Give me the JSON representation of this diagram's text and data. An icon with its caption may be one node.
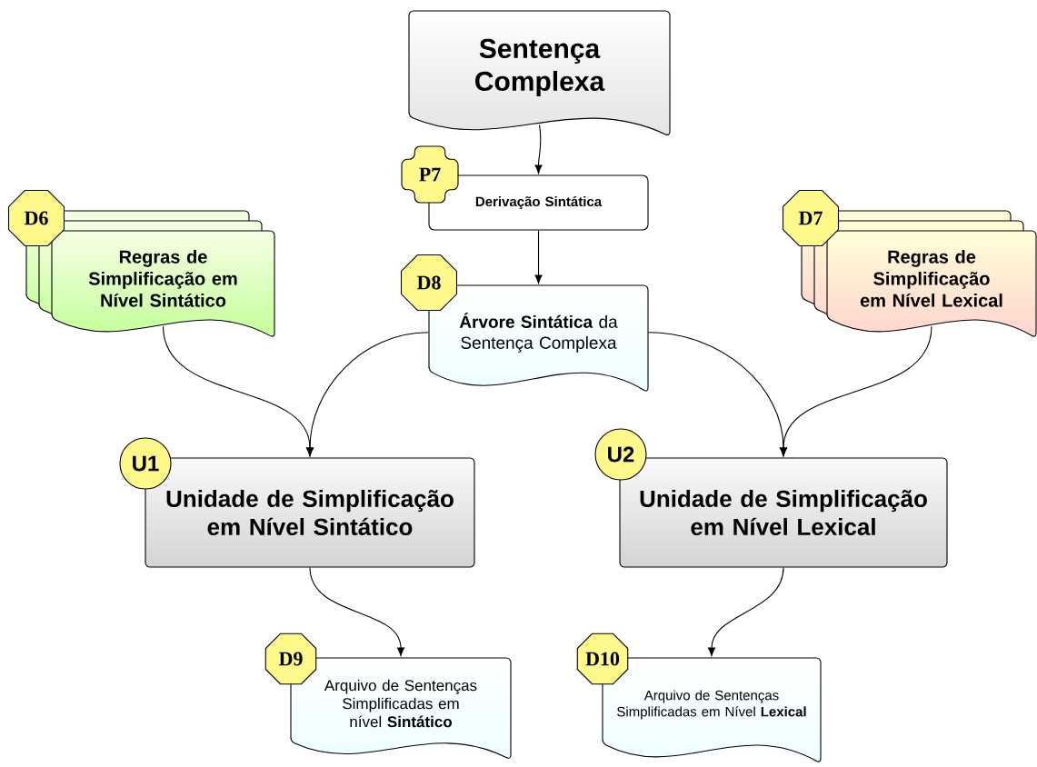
{
  "diagram": {
    "nodes": [
      {
        "text": [
          "Sentença Complexa"
        ]
      },
      {
        "text": [
          "P7"
        ]
      },
      {
        "text": [
          "Derivação Sintática"
        ]
      },
      {
        "text": [
          "D6"
        ]
      },
      {
        "text": [
          "Regras de Simplificação em Nível Sintático"
        ]
      },
      {
        "text": [
          "D8"
        ]
      },
      {
        "text": [
          "**Árvore Sintática** da Sentença Complexa"
        ]
      },
      {
        "text": [
          "D7"
        ]
      },
      {
        "text": [
          "Regras de Simplificação em Nível Lexical"
        ]
      },
      {
        "text": [
          "U1"
        ]
      },
      {
        "text": [
          "Unidade de Simplificação em Nível Sintático"
        ]
      },
      {
        "text": [
          "U2"
        ]
      },
      {
        "text": [
          "Unidade de Simplificação em Nível Lexical"
        ]
      },
      {
        "text": [
          "D9"
        ]
      },
      {
        "text": [
          "Arquivo de Sentenças Simplificadas em nível **Sintático**"
        ]
      },
      {
        "text": [
          "D10"
        ]
      },
      {
        "text": [
          "Arquivo de Sentenças Simplificadas em Nível **Lexical**"
        ]
      }
    ],
    "edges": [
      {
        "from": 0,
        "to": 2,
        "arrow": "to"
      },
      {
        "from": 2,
        "to": 6,
        "arrow": "to"
      },
      {
        "from": 4,
        "to": 10,
        "arrow": "to"
      },
      {
        "from": 6,
        "to": 10,
        "arrow": "to"
      },
      {
        "from": 6,
        "to": 12,
        "arrow": "to"
      },
      {
        "from": 8,
        "to": 12,
        "arrow": "to"
      },
      {
        "from": 10,
        "to": 14,
        "arrow": "to"
      },
      {
        "from": 12,
        "to": 16,
        "arrow": "to"
      }
    ]
  }
}
